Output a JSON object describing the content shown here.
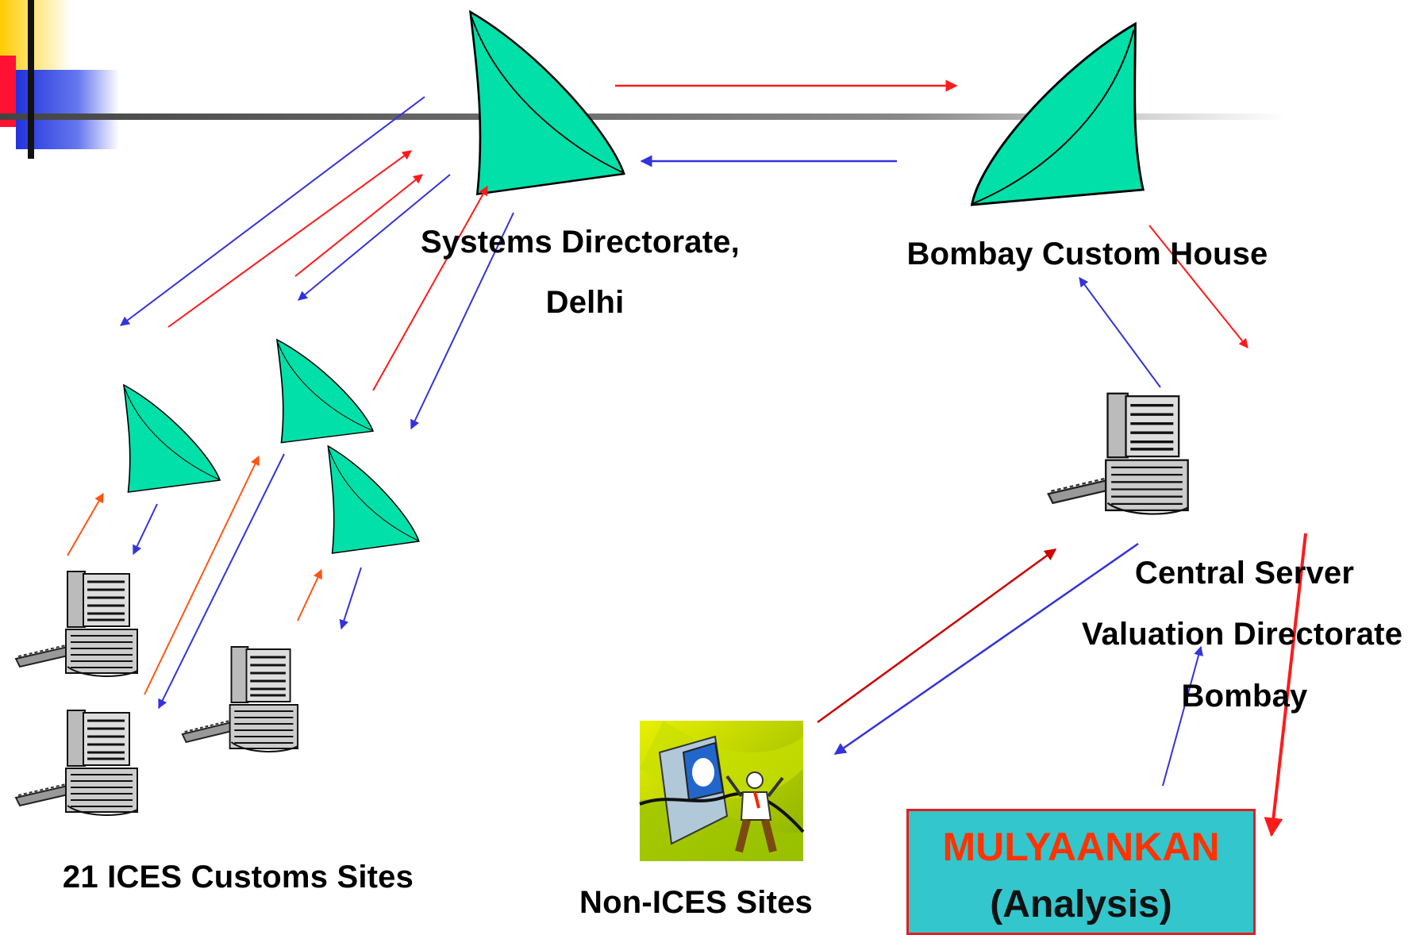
{
  "labels": {
    "systems_directorate_line1": "Systems Directorate,",
    "systems_directorate_line2": "Delhi",
    "bombay_custom_house": "Bombay Custom House",
    "central_server": "Central Server",
    "valuation_directorate": "Valuation Directorate",
    "bombay": "Bombay",
    "ices_sites": "21 ICES Customs Sites",
    "non_ices_sites": "Non-ICES Sites"
  },
  "analysis_box": {
    "title": "MULYAANKAN",
    "subtitle": "(Analysis)"
  },
  "colors": {
    "dish_fill": "#00e0a8",
    "arrow_red": "#ff1a1a",
    "arrow_blue": "#3333dd",
    "arrow_orange": "#ff5511",
    "box_fill": "#33c6cc",
    "box_title": "#ff3300",
    "corner_yellow": "#ffcc00",
    "corner_blue": "#3344dd",
    "corner_red": "#ff1133"
  },
  "icons": [
    "satellite-dish-icon",
    "desktop-computer-icon",
    "clipart-person-computer-icon"
  ]
}
